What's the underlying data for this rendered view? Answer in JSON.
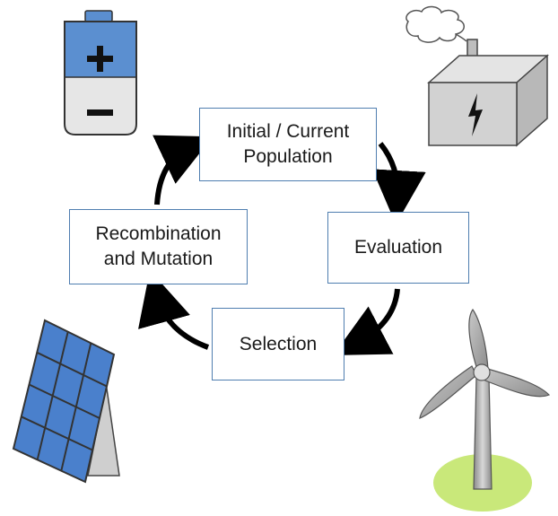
{
  "diagram": {
    "title": "",
    "nodes": [
      {
        "id": "initial",
        "label": "Initial / Current\nPopulation"
      },
      {
        "id": "evaluation",
        "label": "Evaluation"
      },
      {
        "id": "selection",
        "label": "Selection"
      },
      {
        "id": "recombination",
        "label": "Recombination\nand Mutation"
      }
    ],
    "edges": [
      {
        "from": "initial",
        "to": "evaluation"
      },
      {
        "from": "evaluation",
        "to": "selection"
      },
      {
        "from": "selection",
        "to": "recombination"
      },
      {
        "from": "recombination",
        "to": "initial"
      }
    ],
    "icons": [
      "battery-icon",
      "power-plant-icon",
      "solar-panel-icon",
      "wind-turbine-icon"
    ],
    "colors": {
      "box_border": "#4f7eb0",
      "arrow": "#000000",
      "battery_top": "#5b8fd0",
      "battery_bottom": "#e6e6e6",
      "solar_cell": "#4a80cc",
      "grass": "#c9e87a"
    }
  }
}
